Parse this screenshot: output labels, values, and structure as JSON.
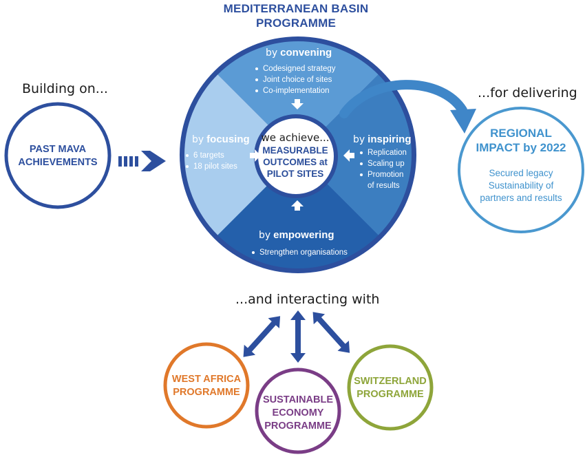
{
  "title": {
    "line1": "MEDITERRANEAN BASIN",
    "line2": "PROGRAMME"
  },
  "left": {
    "heading": "Building on...",
    "circle_line1": "PAST MAVA",
    "circle_line2": "ACHIEVEMENTS"
  },
  "right": {
    "heading": "...for delivering",
    "circle_title_line1": "REGIONAL",
    "circle_title_line2": "IMPACT by 2022",
    "circle_sub_line1": "Secured legacy",
    "circle_sub_line2": "Sustainability of",
    "circle_sub_line3": "partners and results"
  },
  "wheel": {
    "center": {
      "lead": "we achieve...",
      "line1": "MEASURABLE",
      "line2": "OUTCOMES at",
      "line3": "PILOT SITES"
    },
    "segments": {
      "convening": {
        "by": "by",
        "verb": "convening",
        "items": [
          "Codesigned strategy",
          "Joint choice of sites",
          "Co-implementation"
        ]
      },
      "focusing": {
        "by": "by",
        "verb": "focusing",
        "items": [
          "6 targets",
          "18 pilot sites"
        ]
      },
      "inspiring": {
        "by": "by",
        "verb": "inspiring",
        "items": [
          "Replication",
          "Scaling up",
          "Promotion",
          "of results"
        ]
      },
      "empowering": {
        "by": "by",
        "verb": "empowering",
        "items": [
          "Strengthen organisations"
        ]
      }
    }
  },
  "bottom": {
    "heading": "...and interacting with",
    "west_africa_line1": "WEST AFRICA",
    "west_africa_line2": "PROGRAMME",
    "sustainable_line1": "SUSTAINABLE",
    "sustainable_line2": "ECONOMY",
    "sustainable_line3": "PROGRAMME",
    "switzerland_line1": "SWITZERLAND",
    "switzerland_line2": "PROGRAMME"
  },
  "colors": {
    "navy": "#2d4f9e",
    "convening": "#5b9bd5",
    "focusing": "#a9cdee",
    "inspiring": "#3c7ec0",
    "empowering": "#2460ab",
    "regional": "#3f92cd",
    "west_africa": "#e0782a",
    "sustainable": "#7a3d86",
    "switzerland": "#8ea53a"
  }
}
